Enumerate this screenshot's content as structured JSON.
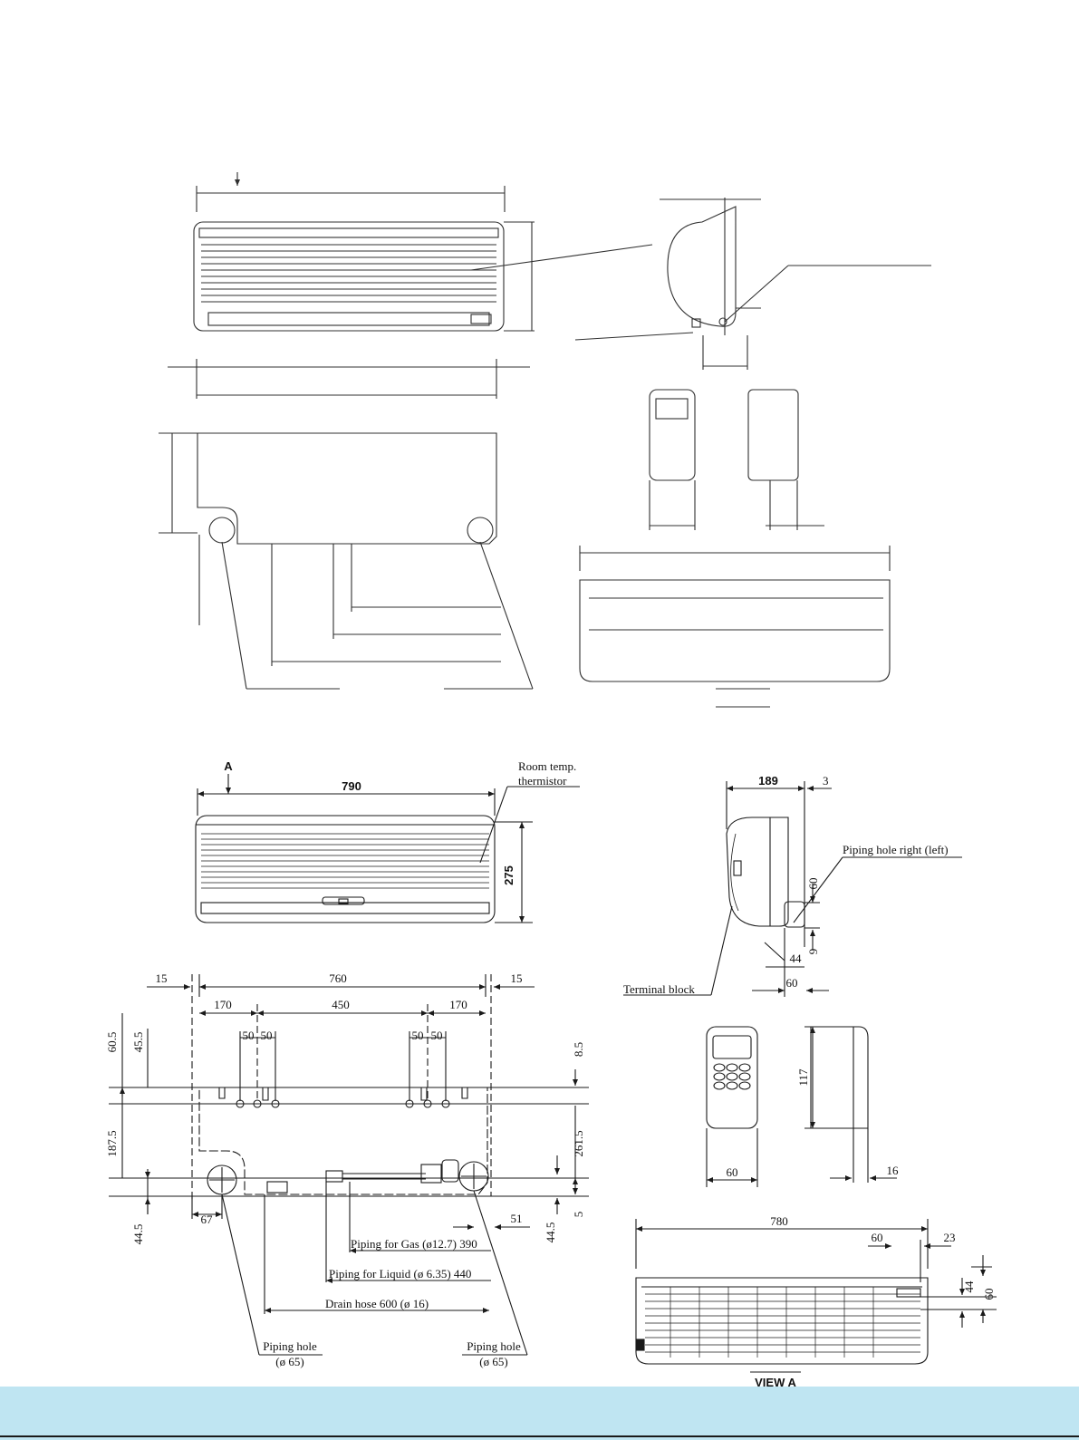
{
  "colors": {
    "band": "#bfe5f2",
    "ink": "#1a1a1a",
    "paper": "#ffffff"
  },
  "front": {
    "arrow_label": "A",
    "width": "790",
    "height": "275",
    "sensor_label_1": "Room temp.",
    "sensor_label_2": "thermistor"
  },
  "side": {
    "depth": "189",
    "gap": "3",
    "hole_label": "Piping hole right (left)",
    "hole_h": "60",
    "hole_off": "9",
    "dim_44": "44",
    "dim_60": "60",
    "terminal_label": "Terminal block"
  },
  "back": {
    "left_margin": "15",
    "total": "760",
    "right_margin": "15",
    "left_seg": "170",
    "mid_seg": "450",
    "right_seg": "170",
    "hole_a": "50",
    "hole_b": "50",
    "hole_c": "50",
    "hole_d": "50",
    "v_60_5": "60.5",
    "v_45_5": "45.5",
    "v_187_5": "187.5",
    "v_44_5_l": "44.5",
    "v_8_5": "8.5",
    "v_261_5": "261.5",
    "v_5": "5",
    "v_44_5_r": "44.5",
    "dim_67": "67",
    "dim_51": "51",
    "gas": "Piping for Gas (ø12.7) 390",
    "liquid": "Piping for Liquid (ø 6.35) 440",
    "drain": "Drain hose 600 (ø 16)",
    "hole_left_1": "Piping hole",
    "hole_left_2": "(ø 65)",
    "hole_right_1": "Piping hole",
    "hole_right_2": "(ø 65)"
  },
  "remote": {
    "height": "117",
    "width": "60",
    "thickness": "16"
  },
  "view_a": {
    "width": "780",
    "dim_60": "60",
    "dim_23": "23",
    "dim_44": "44",
    "dim_60_v": "60",
    "caption": "VIEW A"
  }
}
